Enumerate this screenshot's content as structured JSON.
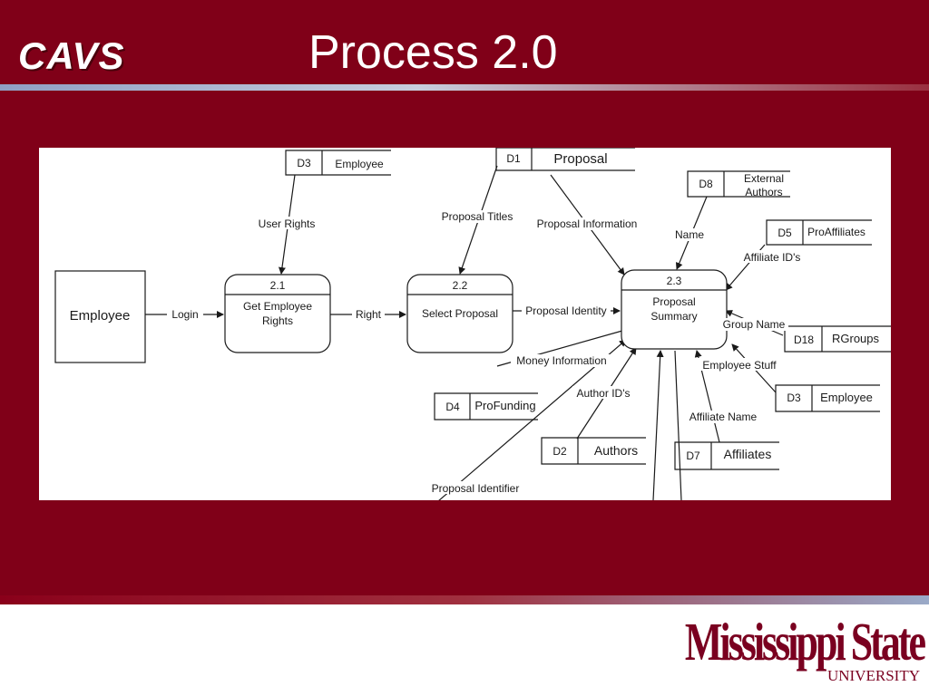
{
  "slide": {
    "logo": "CAVS",
    "title": "Process 2.0",
    "university_line1": "Mississippi State",
    "university_line2": "UNIVERSITY"
  },
  "diagram": {
    "entity": "Employee",
    "processes": [
      {
        "id": "2.1",
        "name_line1": "Get Employee",
        "name_line2": "Rights"
      },
      {
        "id": "2.2",
        "name_line1": "Select Proposal",
        "name_line2": ""
      },
      {
        "id": "2.3",
        "name_line1": "Proposal",
        "name_line2": "Summary"
      }
    ],
    "stores": [
      {
        "id": "D3",
        "name": "Employee"
      },
      {
        "id": "D1",
        "name": "Proposal"
      },
      {
        "id": "D8",
        "name_line1": "External",
        "name_line2": "Authors"
      },
      {
        "id": "D5",
        "name": "ProAffiliates"
      },
      {
        "id": "D18",
        "name": "RGroups"
      },
      {
        "id": "D3",
        "name": "Employee"
      },
      {
        "id": "D4",
        "name": "ProFunding"
      },
      {
        "id": "D2",
        "name": "Authors"
      },
      {
        "id": "D7",
        "name": "Affiliates"
      }
    ],
    "flows": [
      "Login",
      "User Rights",
      "Right",
      "Proposal Titles",
      "Proposal Information",
      "Proposal Identity",
      "Name",
      "Affiliate ID's",
      "Group Name",
      "Employee Stuff",
      "Money Information",
      "Author ID's",
      "Affiliate Name",
      "Proposal Identifier"
    ]
  }
}
